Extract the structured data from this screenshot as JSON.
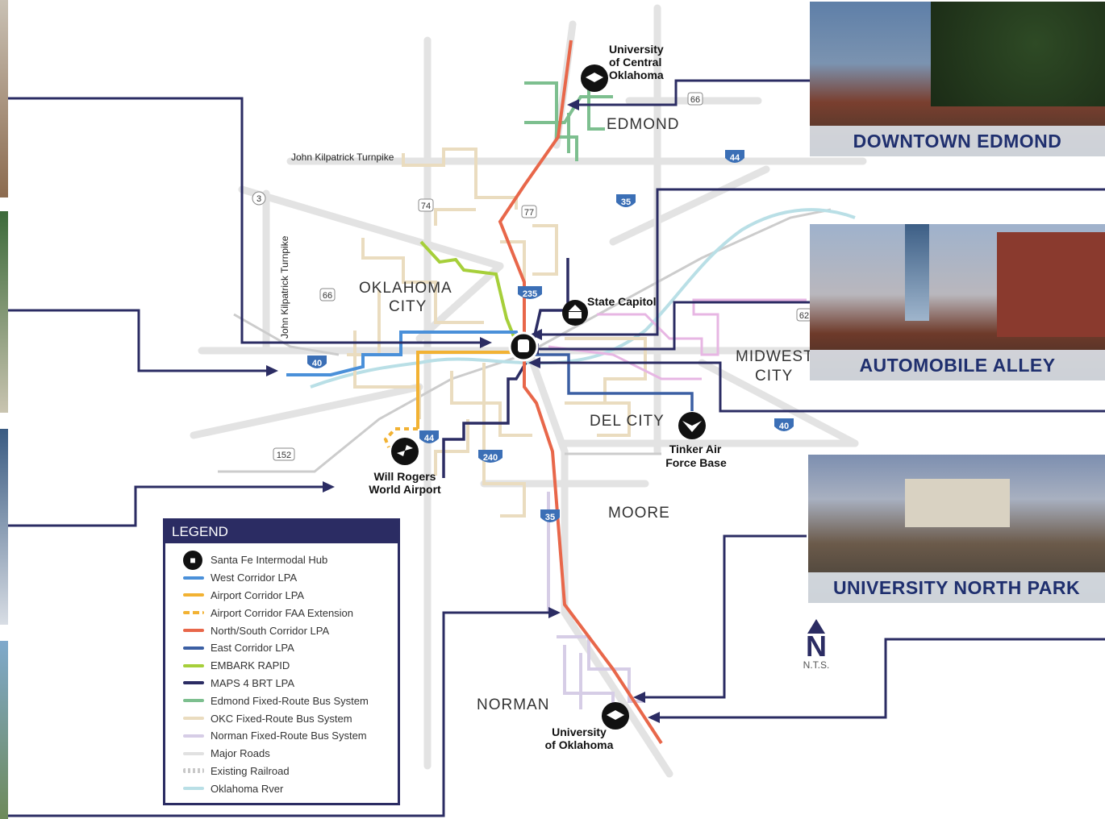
{
  "colors": {
    "navy": "#2b2c63",
    "west": "#4a90d9",
    "airport": "#f2b233",
    "north_south": "#e8674a",
    "east": "#3b5fa3",
    "embark": "#a6cf3a",
    "maps4": "#2b2c63",
    "edmond_bus": "#7dbf8f",
    "okc_bus": "#eadcbf",
    "norman_bus": "#d6cde6",
    "major_roads": "#e1e1e1",
    "railroad": "#c8c8c8",
    "river": "#b9dfe6"
  },
  "cities": {
    "edmond": "EDMOND",
    "okc_line1": "OKLAHOMA",
    "okc_line2": "CITY",
    "midwest_line1": "MIDWEST",
    "midwest_line2": "CITY",
    "del_city": "DEL CITY",
    "moore": "MOORE",
    "norman": "NORMAN"
  },
  "places": {
    "uco_line1": "University",
    "uco_line2": "of Central",
    "uco_line3": "Oklahoma",
    "capitol": "State Capitol",
    "tinker_line1": "Tinker Air",
    "tinker_line2": "Force Base",
    "airport_line1": "Will Rogers",
    "airport_line2": "World Airport",
    "ou_line1": "University",
    "ou_line2": "of Oklahoma"
  },
  "roads": {
    "kilpatrick_h": "John Kilpatrick Turnpike",
    "kilpatrick_v": "John Kilpatrick Turnpike",
    "shields": {
      "i44_ne": "44",
      "i35_n": "35",
      "i235": "235",
      "i40_w": "40",
      "i44_sw": "44",
      "i240": "240",
      "i35_s": "35",
      "i40_e": "40",
      "us66_e": "66",
      "us66_w": "66",
      "us77": "77",
      "sh74": "74",
      "sh3": "3",
      "sh152": "152",
      "us62": "62"
    }
  },
  "photos": {
    "edmond": "DOWNTOWN EDMOND",
    "auto_alley": "AUTOMOBILE ALLEY",
    "unp": "UNIVERSITY NORTH PARK"
  },
  "legend": {
    "title": "LEGEND",
    "items": [
      {
        "label": "Santa Fe Intermodal Hub"
      },
      {
        "label": "West Corridor LPA"
      },
      {
        "label": "Airport Corridor LPA"
      },
      {
        "label": "Airport Corridor FAA Extension"
      },
      {
        "label": "North/South Corridor LPA"
      },
      {
        "label": "East Corridor LPA"
      },
      {
        "label": "EMBARK RAPID"
      },
      {
        "label": "MAPS 4 BRT LPA"
      },
      {
        "label": "Edmond Fixed-Route Bus System"
      },
      {
        "label": "OKC Fixed-Route Bus System"
      },
      {
        "label": "Norman Fixed-Route Bus System"
      },
      {
        "label": "Major Roads"
      },
      {
        "label": "Existing Railroad"
      },
      {
        "label": "Oklahoma Rver"
      }
    ]
  },
  "north": {
    "letter": "N",
    "scale": "N.T.S."
  }
}
